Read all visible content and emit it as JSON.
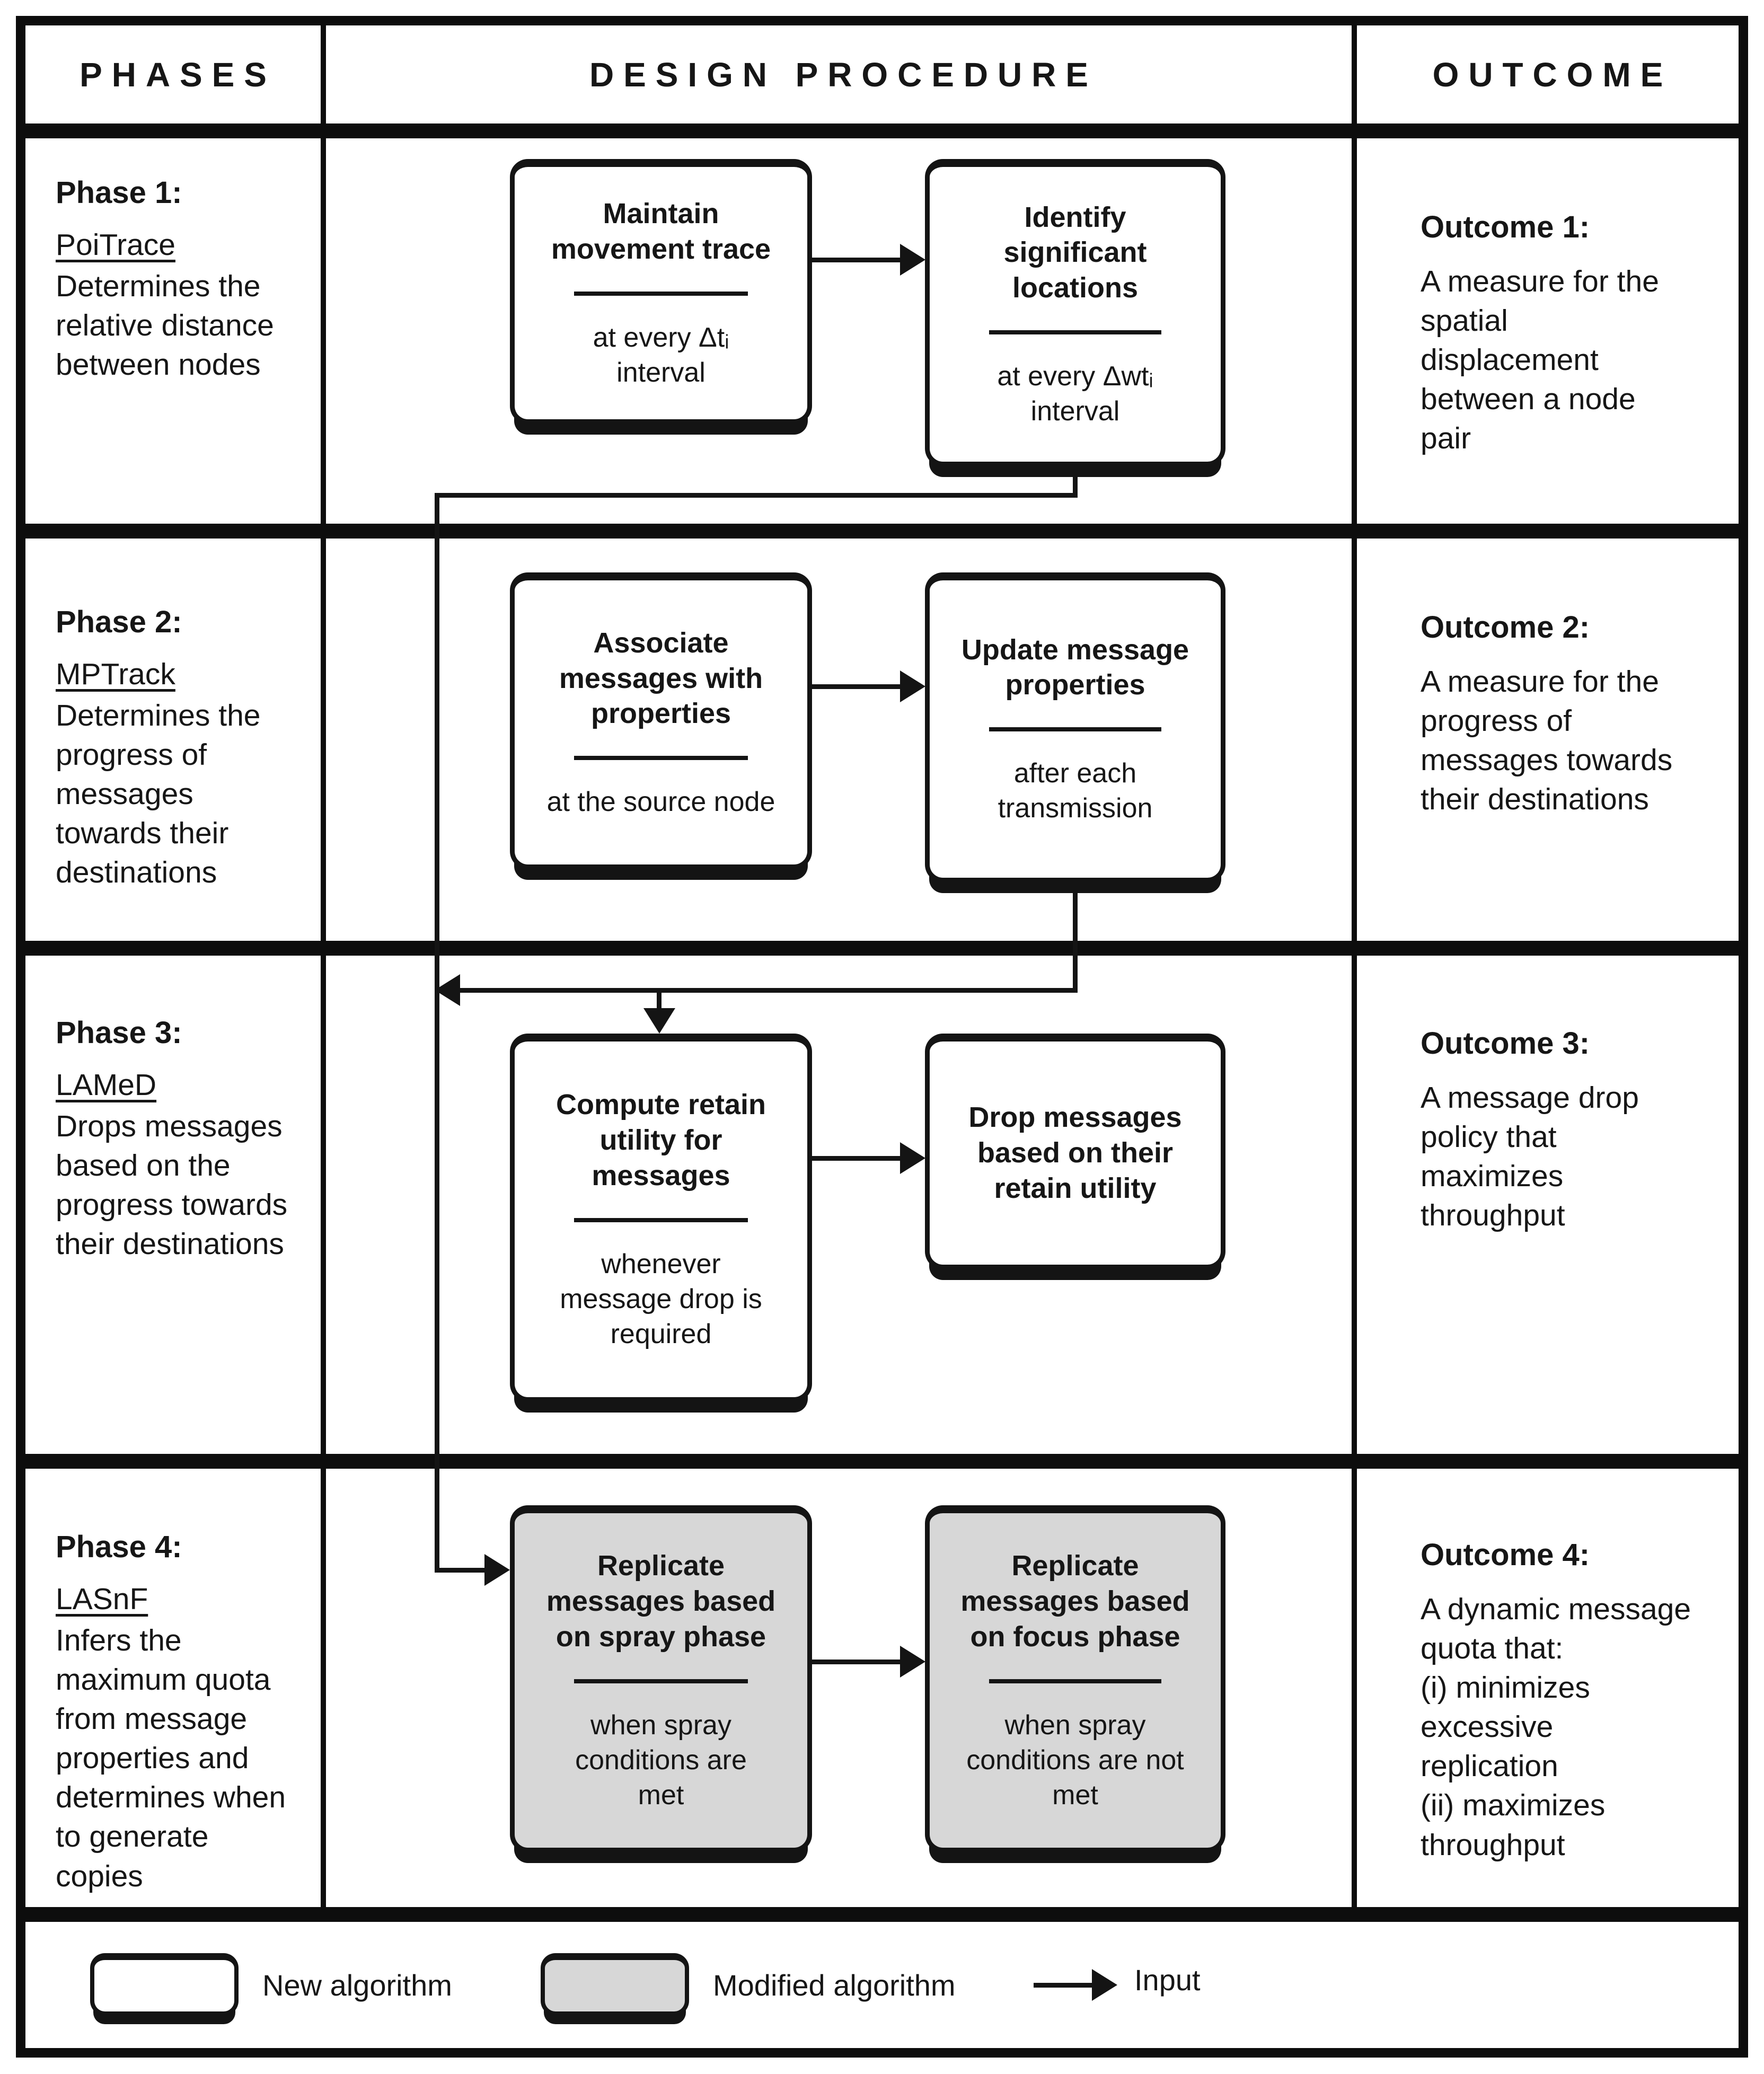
{
  "header": {
    "col_phases": "PHASES",
    "col_design": "DESIGN PROCEDURE",
    "col_outcome": "OUTCOME"
  },
  "phases": [
    {
      "title": "Phase 1:",
      "name": "PoiTrace",
      "description": "Determines the\nrelative distance\nbetween nodes"
    },
    {
      "title": "Phase 2:",
      "name": "MPTrack",
      "description": "Determines the\nprogress of\nmessages\ntowards their\ndestinations"
    },
    {
      "title": "Phase 3:",
      "name": "LAMeD",
      "description": "Drops messages\nbased on the\nprogress towards\ntheir destinations"
    },
    {
      "title": "Phase 4:",
      "name": "LASnF",
      "description": "Infers the\nmaximum quota\nfrom message\nproperties and\ndetermines when\nto generate\ncopies"
    }
  ],
  "outcomes": [
    {
      "title": "Outcome 1:",
      "description": "A measure for the\nspatial\ndisplacement\nbetween a node\npair"
    },
    {
      "title": "Outcome 2:",
      "description": "A measure for the\nprogress of\nmessages towards\ntheir destinations"
    },
    {
      "title": "Outcome 3:",
      "description": "A message drop\npolicy that\nmaximizes\nthroughput"
    },
    {
      "title": "Outcome 4:",
      "description": "A dynamic message\nquota that:\n(i) minimizes\nexcessive\nreplication\n(ii) maximizes\nthroughput"
    }
  ],
  "boxes": {
    "maintain": {
      "title": "Maintain\nmovement trace",
      "subtitle": "at every Δtᵢ\ninterval",
      "type": "new"
    },
    "identify": {
      "title": "Identify\nsignificant\nlocations",
      "subtitle": "at every Δwtᵢ\ninterval",
      "type": "new"
    },
    "associate": {
      "title": "Associate\nmessages with\nproperties",
      "subtitle": "at the source node",
      "type": "new"
    },
    "update": {
      "title": "Update message\nproperties",
      "subtitle": "after each\ntransmission",
      "type": "new"
    },
    "compute": {
      "title": "Compute retain\nutility for\nmessages",
      "subtitle": "whenever\nmessage drop is\nrequired",
      "type": "new"
    },
    "drop": {
      "title": "Drop messages\nbased on their\nretain utility",
      "type": "new"
    },
    "spray": {
      "title": "Replicate\nmessages based\non spray phase",
      "subtitle": "when spray\nconditions are\nmet",
      "type": "modified"
    },
    "focus": {
      "title": "Replicate\nmessages based\non focus phase",
      "subtitle": "when spray\nconditions are not\nmet",
      "type": "modified"
    }
  },
  "legend": {
    "new_label": "New algorithm",
    "modified_label": "Modified algorithm",
    "input_label": "Input"
  },
  "colors": {
    "ink": "#141414",
    "new_fill": "#ffffff",
    "modified_fill": "#d7d7d7",
    "background": "#ffffff"
  }
}
